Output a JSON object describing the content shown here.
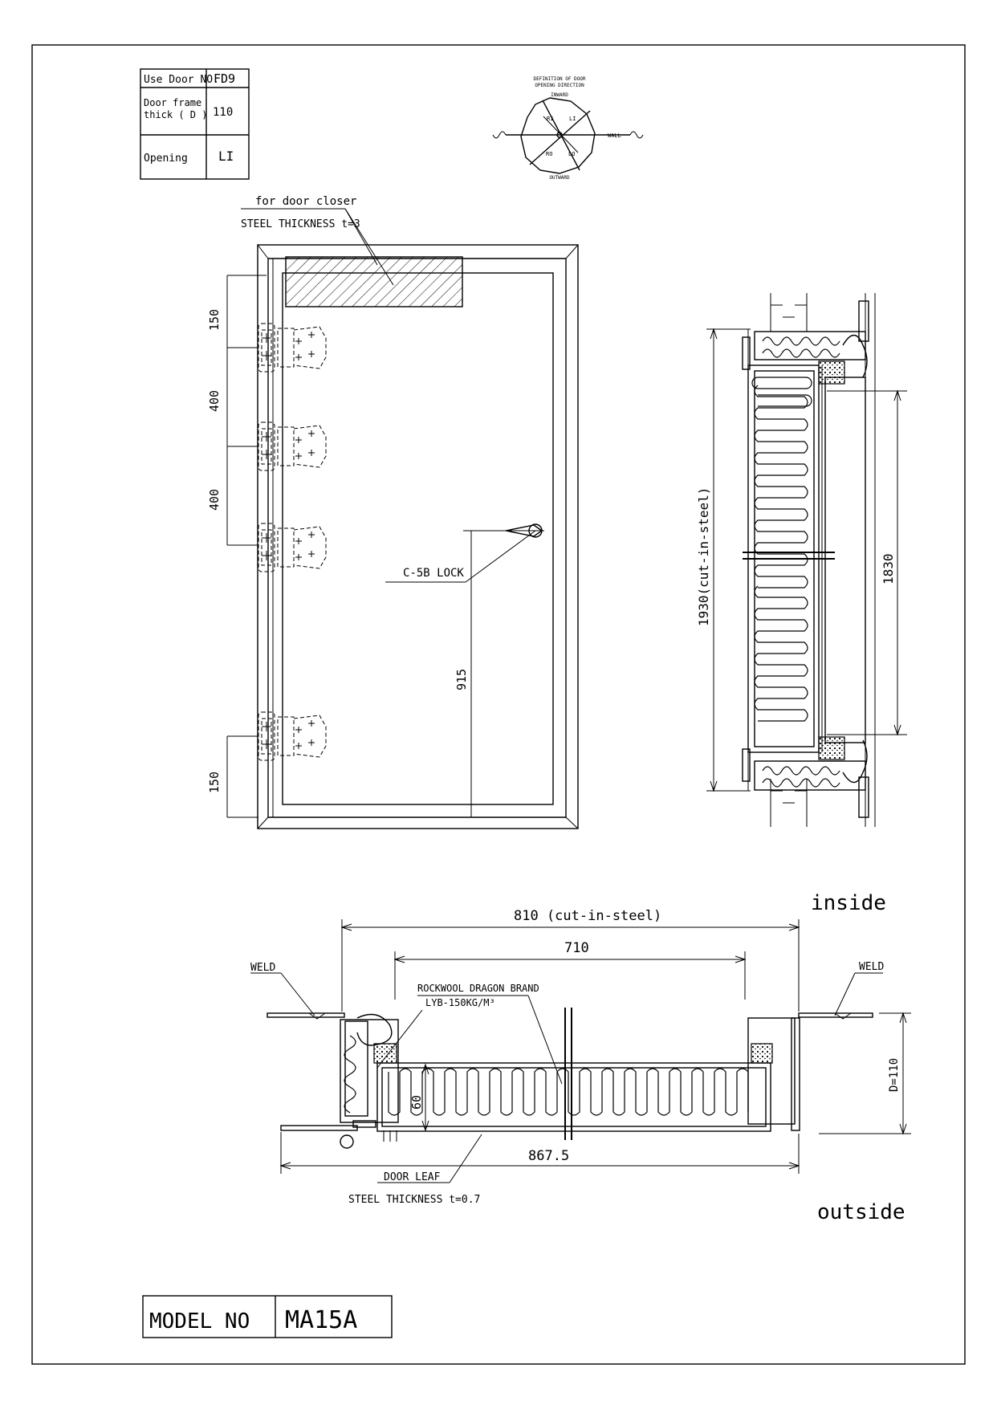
{
  "title_block": {
    "use_door_no_label": "Use Door NO.",
    "use_door_no_value": "FD9",
    "frame_thick_label_1": "Door frame",
    "frame_thick_label_2": "thick ( D )",
    "frame_thick_value": "110",
    "opening_label": "Opening",
    "opening_value": "LI"
  },
  "direction_symbol": {
    "heading_1": "DEFINITION OF DOOR",
    "heading_2": "OPENING DIRECTION",
    "inward": "INWARD",
    "outward": "OUTWARD",
    "wall": "WALL",
    "ri": "RI",
    "li": "LI",
    "ro": "RO",
    "lo": "LO"
  },
  "elevation": {
    "closer_note": "for door closer",
    "steel_note": "STEEL THICKNESS t=3",
    "dim_top": "150",
    "dim_hinge_1": "400",
    "dim_hinge_2": "400",
    "dim_bottom": "150",
    "lock_note": "C-5B LOCK",
    "lock_height": "915"
  },
  "side_section": {
    "cut_height": "1930(cut-in-steel)",
    "clear_height": "1830"
  },
  "plan_section": {
    "inside": "inside",
    "outside": "outside",
    "cut_width": "810 (cut-in-steel)",
    "clear_width": "710",
    "weld_left": "WELD",
    "weld_right": "WELD",
    "insulation_1": "ROCKWOOL DRAGON BRAND",
    "insulation_2": "LYB-150KG/M³",
    "leaf_thick": "60",
    "frame_depth": "D=110",
    "overall_width": "867.5",
    "leaf_note": "DOOR LEAF",
    "leaf_steel": "STEEL THICKNESS t=0.7"
  },
  "footer": {
    "model_label": "MODEL NO",
    "model_value": "MA15A"
  }
}
